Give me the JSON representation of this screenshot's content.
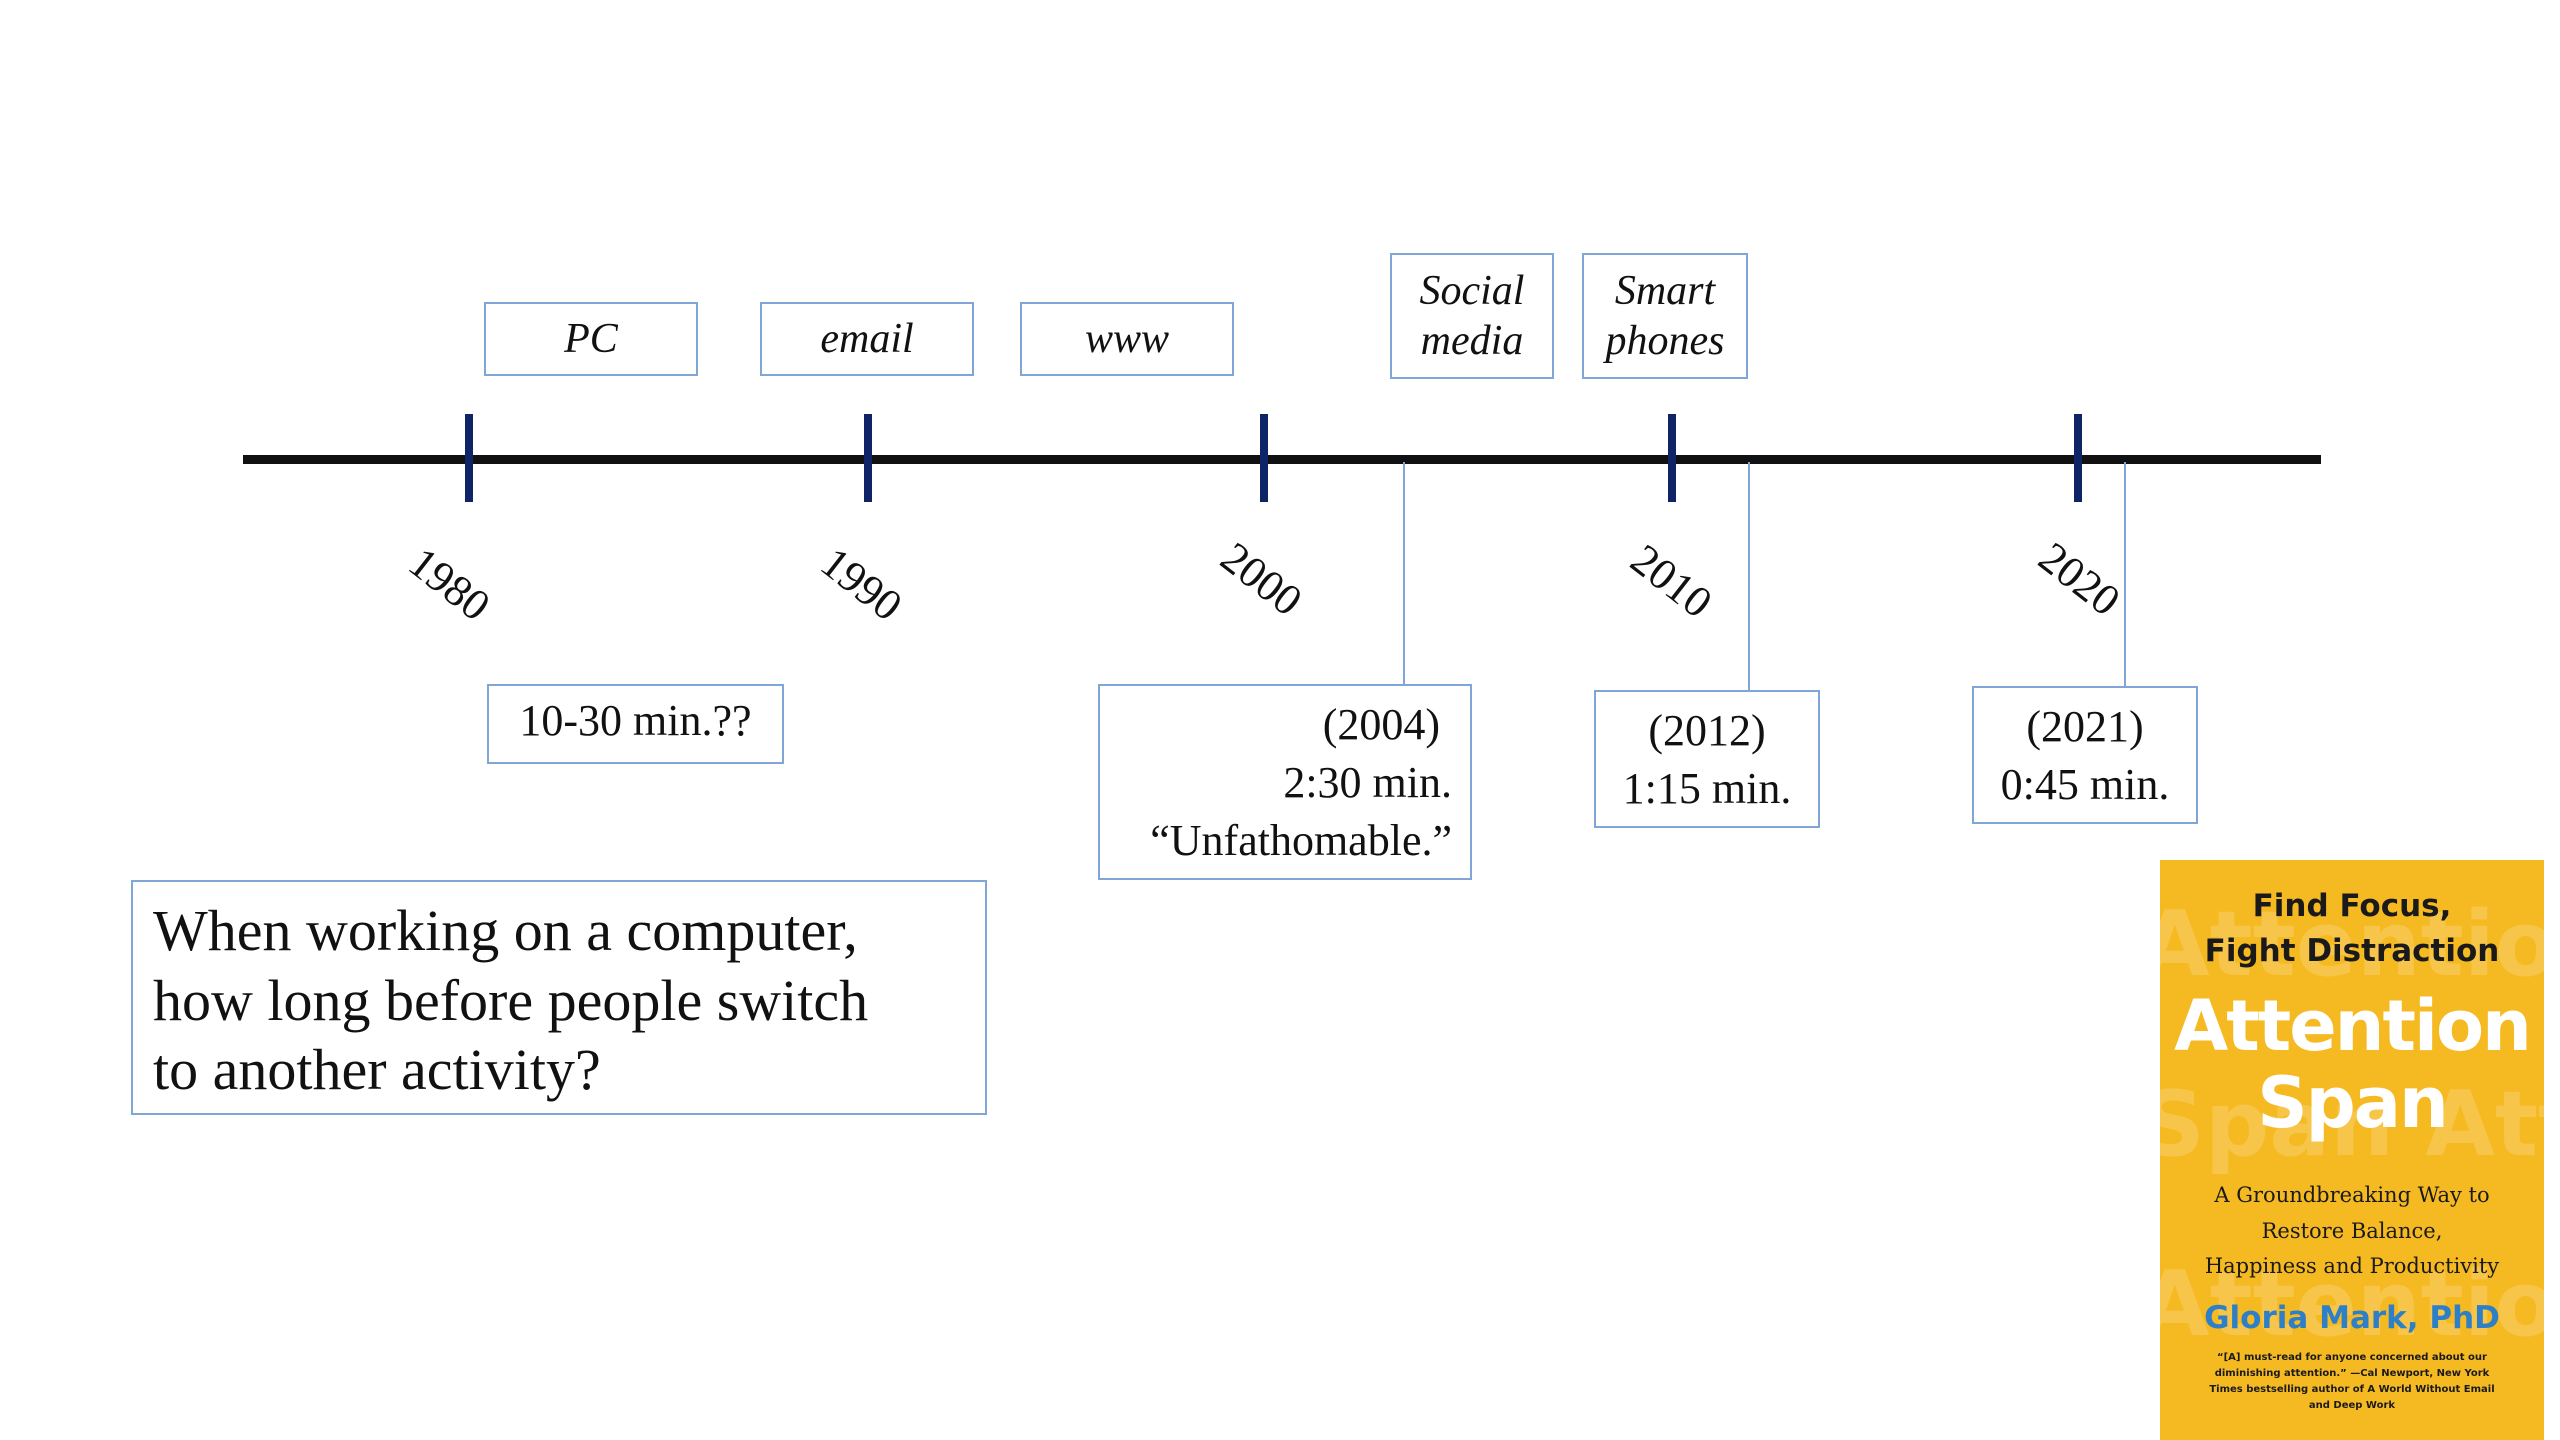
{
  "timeline": {
    "years": [
      "1980",
      "1990",
      "2000",
      "2010",
      "2020"
    ],
    "technologies": [
      {
        "label": "PC"
      },
      {
        "label": "email"
      },
      {
        "label": "www"
      },
      {
        "label_line1": "Social",
        "label_line2": "media"
      },
      {
        "label_line1": "Smart",
        "label_line2": "phones"
      }
    ],
    "estimates": [
      {
        "line1": "10-30 min.??"
      },
      {
        "line1": "(2004)",
        "line2": "2:30 min.",
        "line3": "“Unfathomable.”"
      },
      {
        "line1": "(2012)",
        "line2": "1:15 min."
      },
      {
        "line1": "(2021)",
        "line2": "0:45 min."
      }
    ]
  },
  "question": {
    "line1": "When working on a computer,",
    "line2": "how long before people switch",
    "line3": "to another activity?"
  },
  "book_cover": {
    "tagline_line1": "Find Focus,",
    "tagline_line2": "Fight Distraction",
    "title_line1": "Attention",
    "title_line2": "Span",
    "subtitle_line1": "A Groundbreaking Way to",
    "subtitle_line2": "Restore Balance,",
    "subtitle_line3": "Happiness and Productivity",
    "author": "Gloria Mark, PhD",
    "blurb": "“[A] must-read for anyone concerned about our diminishing attention.” —Cal Newport, New York Times bestselling author of A World Without Email and Deep Work",
    "colors": {
      "background": "#f5b921",
      "title": "#ffffff",
      "author": "#2d7fc7"
    }
  }
}
